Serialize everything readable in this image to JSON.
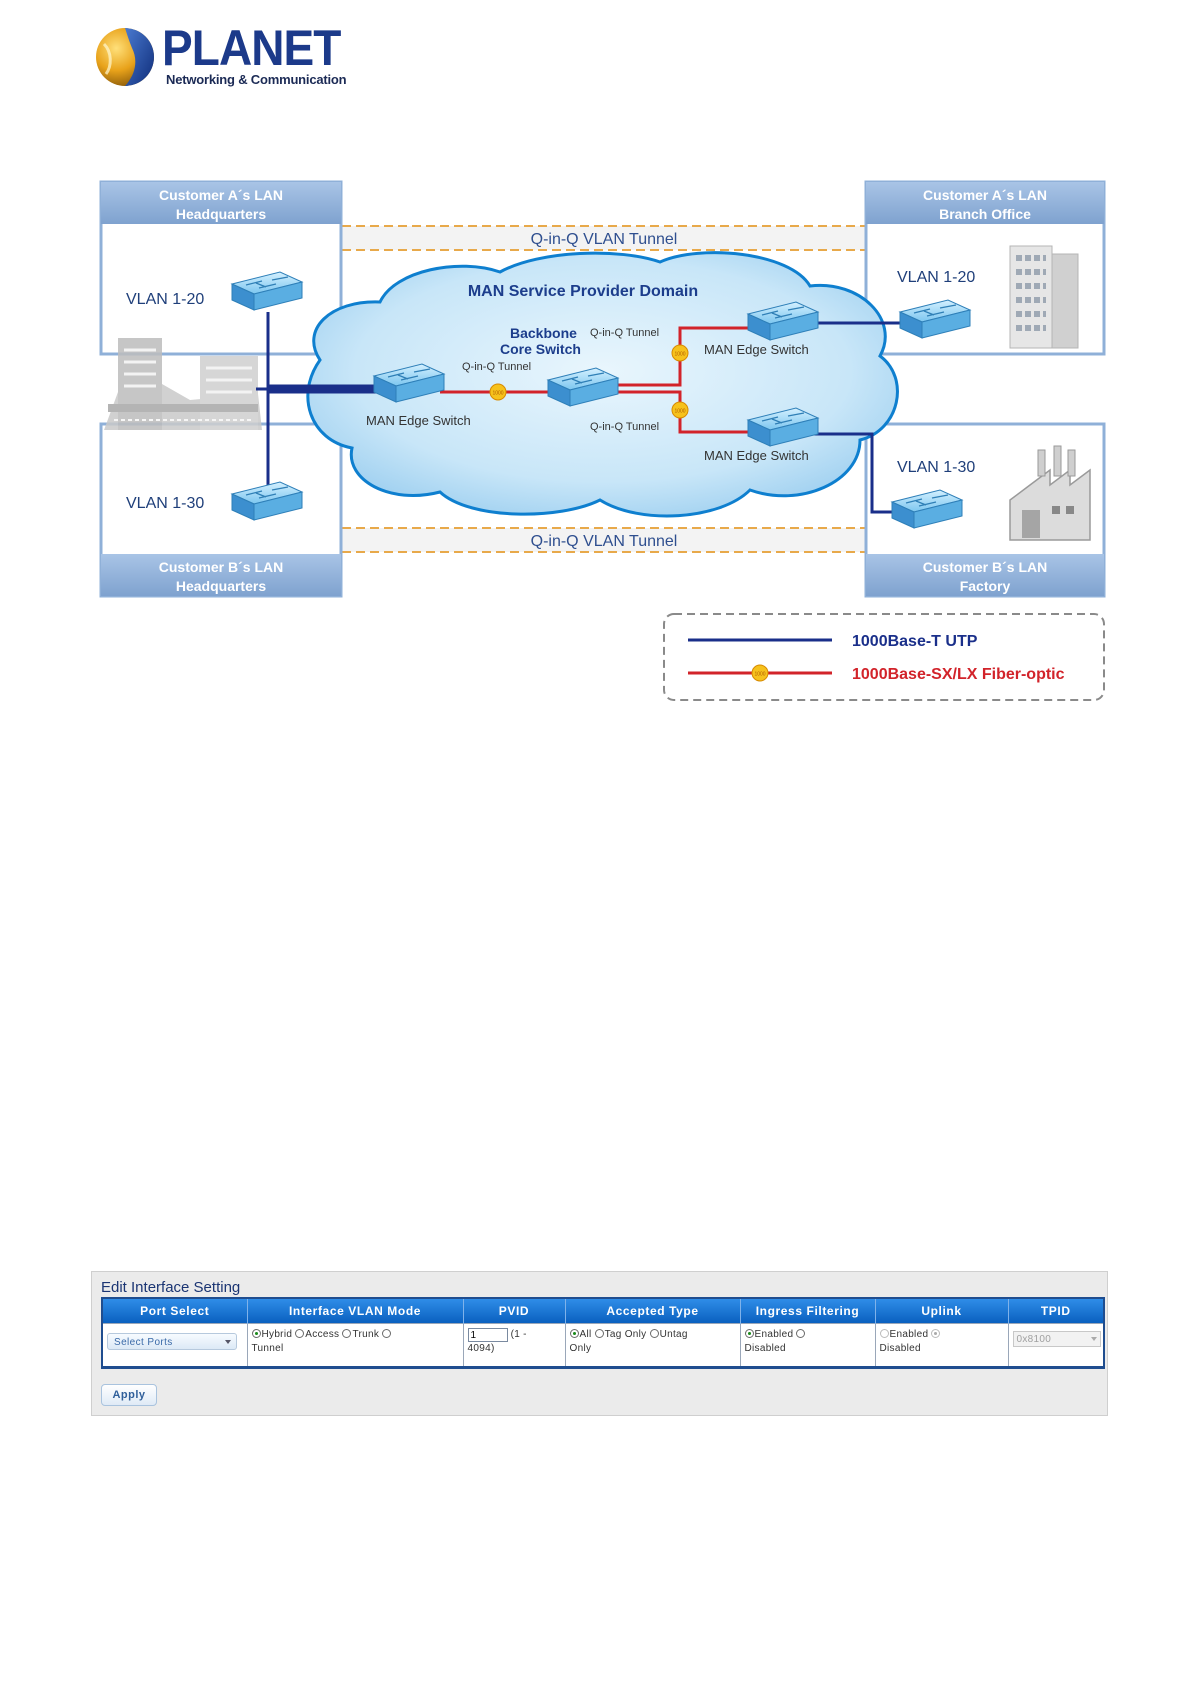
{
  "logo": {
    "wordmark": "PLANET",
    "tagline": "Networking & Communication"
  },
  "diagram": {
    "customer_a_hq": {
      "title_line1": "Customer A´s LAN",
      "title_line2": "Headquarters",
      "vlan": "VLAN 1-20"
    },
    "customer_a_branch": {
      "title_line1": "Customer A´s LAN",
      "title_line2": "Branch Office",
      "vlan": "VLAN 1-20"
    },
    "customer_b_hq": {
      "title_line1": "Customer B´s LAN",
      "title_line2": "Headquarters",
      "vlan": "VLAN 1-30"
    },
    "customer_b_factory": {
      "title_line1": "Customer B´s LAN",
      "title_line2": "Factory",
      "vlan": "VLAN 1-30"
    },
    "tunnel_top": "Q-in-Q VLAN Tunnel",
    "tunnel_bottom": "Q-in-Q VLAN Tunnel",
    "cloud_title": "MAN Service Provider Domain",
    "backbone_line1": "Backbone",
    "backbone_line2": "Core Switch",
    "edge_left": "MAN Edge Switch",
    "edge_top_right": "MAN Edge Switch",
    "edge_bottom_right": "MAN Edge Switch",
    "qinq_left": "Q-in-Q Tunnel",
    "qinq_top_right": "Q-in-Q Tunnel",
    "qinq_bottom_right": "Q-in-Q Tunnel",
    "legend": {
      "utp": "1000Base-T UTP",
      "fiber": "1000Base-SX/LX Fiber-optic"
    },
    "colors": {
      "utp_line": "#1a2f8a",
      "fiber_line": "#d2232a",
      "box_header": "#8fb0d8",
      "cloud": "#bfe0f5"
    }
  },
  "panel": {
    "title": "Edit Interface Setting",
    "columns": [
      "Port Select",
      "Interface VLAN Mode",
      "PVID",
      "Accepted Type",
      "Ingress Filtering",
      "Uplink",
      "TPID"
    ],
    "port_select": "Select Ports",
    "vlan_mode": {
      "hybrid": "Hybrid",
      "access": "Access",
      "trunk": "Trunk",
      "tunnel": "Tunnel",
      "selected": "Hybrid"
    },
    "pvid": {
      "value": "1",
      "range_a": "(1 -",
      "range_b": "4094)"
    },
    "accepted_type": {
      "all": "All",
      "tag_only": "Tag Only",
      "untag": "Untag",
      "only": "Only",
      "selected": "All"
    },
    "ingress": {
      "enabled": "Enabled",
      "disabled": "Disabled",
      "selected": "Enabled"
    },
    "uplink": {
      "enabled": "Enabled",
      "disabled": "Disabled",
      "selected": "Disabled"
    },
    "tpid": "0x8100",
    "apply": "Apply"
  }
}
